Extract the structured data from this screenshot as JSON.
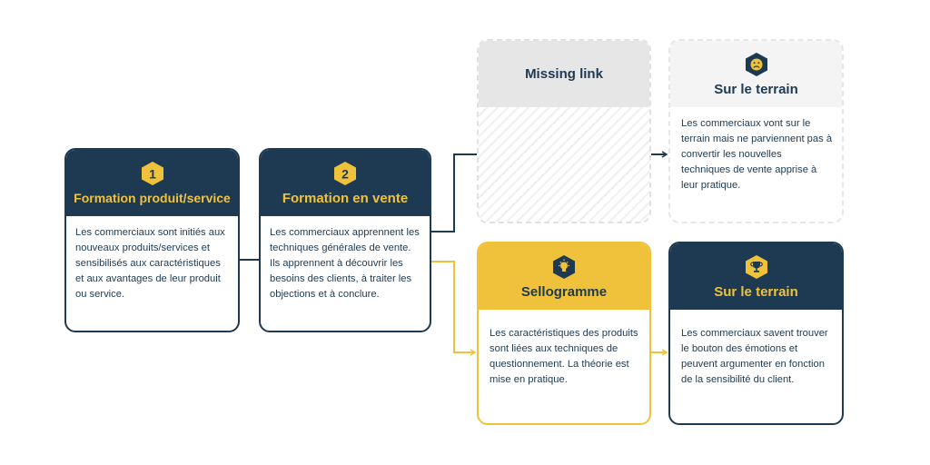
{
  "cards": {
    "formation_produit": {
      "number": "1",
      "title": "Formation produit/service",
      "text": "Les commerciaux sont initiés aux nouveaux produits/services et sensibilisés aux caractéristiques et aux avantages de leur produit ou service."
    },
    "formation_vente": {
      "number": "2",
      "title": "Formation en vente",
      "text": "Les commerciaux apprennent les techniques générales de vente. Ils apprennent à découvrir les besoins des clients, à traiter les objections et à conclure."
    },
    "missing_link": {
      "title": "Missing link"
    },
    "terrain_fail": {
      "title": "Sur le terrain",
      "icon": "sad-face-icon",
      "text": "Les commerciaux vont sur le terrain mais ne parviennent pas à convertir les nouvelles techniques de vente apprise à leur pratique."
    },
    "sellogramme": {
      "title": "Sellogramme",
      "icon": "lightbulb-icon",
      "text": "Les caractéristiques des produits sont liées aux techniques de questionnement. La théorie est mise en pratique."
    },
    "terrain_success": {
      "title": "Sur le terrain",
      "icon": "trophy-icon",
      "text": "Les commerciaux savent trouver le bouton des émotions et peuvent argumenter en fonction de la sensibilité du client."
    }
  },
  "colors": {
    "navy": "#1d3a52",
    "gold": "#f0c23b",
    "grey": "#e6e6e6"
  }
}
